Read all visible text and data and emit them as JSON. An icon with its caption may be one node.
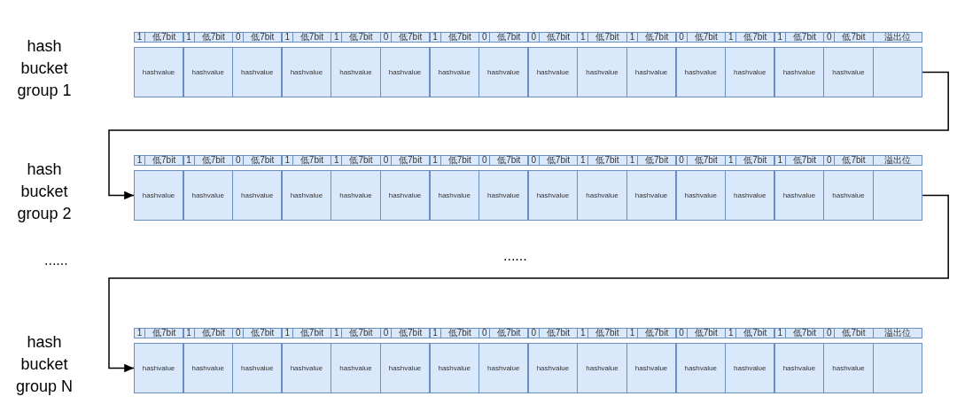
{
  "diagram": {
    "nodes": [
      {
        "text": [
          "hash bucket group 1"
        ]
      },
      {
        "text": [
          "1",
          "低7bit"
        ],
        "in": 0
      },
      {
        "text": [
          "1",
          "低7bit"
        ],
        "in": 0
      },
      {
        "text": [
          "0",
          "低7bit"
        ],
        "in": 0
      },
      {
        "text": [
          "1",
          "低7bit"
        ],
        "in": 0
      },
      {
        "text": [
          "1",
          "低7bit"
        ],
        "in": 0
      },
      {
        "text": [
          "0",
          "低7bit"
        ],
        "in": 0
      },
      {
        "text": [
          "1",
          "低7bit"
        ],
        "in": 0
      },
      {
        "text": [
          "0",
          "低7bit"
        ],
        "in": 0
      },
      {
        "text": [
          "0",
          "低7bit"
        ],
        "in": 0
      },
      {
        "text": [
          "1",
          "低7bit"
        ],
        "in": 0
      },
      {
        "text": [
          "1",
          "低7bit"
        ],
        "in": 0
      },
      {
        "text": [
          "0",
          "低7bit"
        ],
        "in": 0
      },
      {
        "text": [
          "1",
          "低7bit"
        ],
        "in": 0
      },
      {
        "text": [
          "1",
          "低7bit"
        ],
        "in": 0
      },
      {
        "text": [
          "0",
          "低7bit"
        ],
        "in": 0
      },
      {
        "text": [
          "溢出位"
        ],
        "in": 0
      },
      {
        "text": [
          "hashvalue"
        ],
        "in": 0
      },
      {
        "text": [
          "hashvalue"
        ],
        "in": 0
      },
      {
        "text": [
          "hashvalue"
        ],
        "in": 0
      },
      {
        "text": [
          "hashvalue"
        ],
        "in": 0
      },
      {
        "text": [
          "hashvalue"
        ],
        "in": 0
      },
      {
        "text": [
          "hashvalue"
        ],
        "in": 0
      },
      {
        "text": [
          "hashvalue"
        ],
        "in": 0
      },
      {
        "text": [
          "hashvalue"
        ],
        "in": 0
      },
      {
        "text": [
          "hashvalue"
        ],
        "in": 0
      },
      {
        "text": [
          "hashvalue"
        ],
        "in": 0
      },
      {
        "text": [
          "hashvalue"
        ],
        "in": 0
      },
      {
        "text": [
          "hashvalue"
        ],
        "in": 0
      },
      {
        "text": [
          "hashvalue"
        ],
        "in": 0
      },
      {
        "text": [
          "hashvalue"
        ],
        "in": 0
      },
      {
        "text": [
          "hashvalue"
        ],
        "in": 0
      },
      {
        "text": [],
        "shape": "box",
        "in": 0
      },
      {
        "text": [
          "hash bucket group 2"
        ]
      },
      {
        "text": [
          "1",
          "低7bit"
        ],
        "in": 33
      },
      {
        "text": [
          "1",
          "低7bit"
        ],
        "in": 33
      },
      {
        "text": [
          "0",
          "低7bit"
        ],
        "in": 33
      },
      {
        "text": [
          "1",
          "低7bit"
        ],
        "in": 33
      },
      {
        "text": [
          "1",
          "低7bit"
        ],
        "in": 33
      },
      {
        "text": [
          "0",
          "低7bit"
        ],
        "in": 33
      },
      {
        "text": [
          "1",
          "低7bit"
        ],
        "in": 33
      },
      {
        "text": [
          "0",
          "低7bit"
        ],
        "in": 33
      },
      {
        "text": [
          "0",
          "低7bit"
        ],
        "in": 33
      },
      {
        "text": [
          "1",
          "低7bit"
        ],
        "in": 33
      },
      {
        "text": [
          "1",
          "低7bit"
        ],
        "in": 33
      },
      {
        "text": [
          "0",
          "低7bit"
        ],
        "in": 33
      },
      {
        "text": [
          "1",
          "低7bit"
        ],
        "in": 33
      },
      {
        "text": [
          "1",
          "低7bit"
        ],
        "in": 33
      },
      {
        "text": [
          "0",
          "低7bit"
        ],
        "in": 33
      },
      {
        "text": [
          "溢出位"
        ],
        "in": 33
      },
      {
        "text": [
          "hashvalue"
        ],
        "in": 33
      },
      {
        "text": [
          "hashvalue"
        ],
        "in": 33
      },
      {
        "text": [
          "hashvalue"
        ],
        "in": 33
      },
      {
        "text": [
          "hashvalue"
        ],
        "in": 33
      },
      {
        "text": [
          "hashvalue"
        ],
        "in": 33
      },
      {
        "text": [
          "hashvalue"
        ],
        "in": 33
      },
      {
        "text": [
          "hashvalue"
        ],
        "in": 33
      },
      {
        "text": [
          "hashvalue"
        ],
        "in": 33
      },
      {
        "text": [
          "hashvalue"
        ],
        "in": 33
      },
      {
        "text": [
          "hashvalue"
        ],
        "in": 33
      },
      {
        "text": [
          "hashvalue"
        ],
        "in": 33
      },
      {
        "text": [
          "hashvalue"
        ],
        "in": 33
      },
      {
        "text": [
          "hashvalue"
        ],
        "in": 33
      },
      {
        "text": [
          "hashvalue"
        ],
        "in": 33
      },
      {
        "text": [
          "hashvalue"
        ],
        "in": 33
      },
      {
        "text": [],
        "shape": "box",
        "in": 33
      },
      {
        "text": [
          "hash bucket group N"
        ]
      },
      {
        "text": [
          "1",
          "低7bit"
        ],
        "in": 66
      },
      {
        "text": [
          "1",
          "低7bit"
        ],
        "in": 66
      },
      {
        "text": [
          "0",
          "低7bit"
        ],
        "in": 66
      },
      {
        "text": [
          "1",
          "低7bit"
        ],
        "in": 66
      },
      {
        "text": [
          "1",
          "低7bit"
        ],
        "in": 66
      },
      {
        "text": [
          "0",
          "低7bit"
        ],
        "in": 66
      },
      {
        "text": [
          "1",
          "低7bit"
        ],
        "in": 66
      },
      {
        "text": [
          "0",
          "低7bit"
        ],
        "in": 66
      },
      {
        "text": [
          "0",
          "低7bit"
        ],
        "in": 66
      },
      {
        "text": [
          "1",
          "低7bit"
        ],
        "in": 66
      },
      {
        "text": [
          "1",
          "低7bit"
        ],
        "in": 66
      },
      {
        "text": [
          "0",
          "低7bit"
        ],
        "in": 66
      },
      {
        "text": [
          "1",
          "低7bit"
        ],
        "in": 66
      },
      {
        "text": [
          "1",
          "低7bit"
        ],
        "in": 66
      },
      {
        "text": [
          "0",
          "低7bit"
        ],
        "in": 66
      },
      {
        "text": [
          "溢出位"
        ],
        "in": 66
      },
      {
        "text": [
          "hashvalue"
        ],
        "in": 66
      },
      {
        "text": [
          "hashvalue"
        ],
        "in": 66
      },
      {
        "text": [
          "hashvalue"
        ],
        "in": 66
      },
      {
        "text": [
          "hashvalue"
        ],
        "in": 66
      },
      {
        "text": [
          "hashvalue"
        ],
        "in": 66
      },
      {
        "text": [
          "hashvalue"
        ],
        "in": 66
      },
      {
        "text": [
          "hashvalue"
        ],
        "in": 66
      },
      {
        "text": [
          "hashvalue"
        ],
        "in": 66
      },
      {
        "text": [
          "hashvalue"
        ],
        "in": 66
      },
      {
        "text": [
          "hashvalue"
        ],
        "in": 66
      },
      {
        "text": [
          "hashvalue"
        ],
        "in": 66
      },
      {
        "text": [
          "hashvalue"
        ],
        "in": 66
      },
      {
        "text": [
          "hashvalue"
        ],
        "in": 66
      },
      {
        "text": [
          "hashvalue"
        ],
        "in": 66
      },
      {
        "text": [
          "hashvalue"
        ],
        "in": 66
      },
      {
        "text": [],
        "shape": "box",
        "in": 66
      }
    ],
    "edges": [
      {
        "from": 32,
        "to": 50,
        "arrow": "to"
      },
      {
        "from": 65,
        "to": 83,
        "arrow": "to"
      }
    ],
    "labels": [
      "......",
      "......"
    ]
  }
}
